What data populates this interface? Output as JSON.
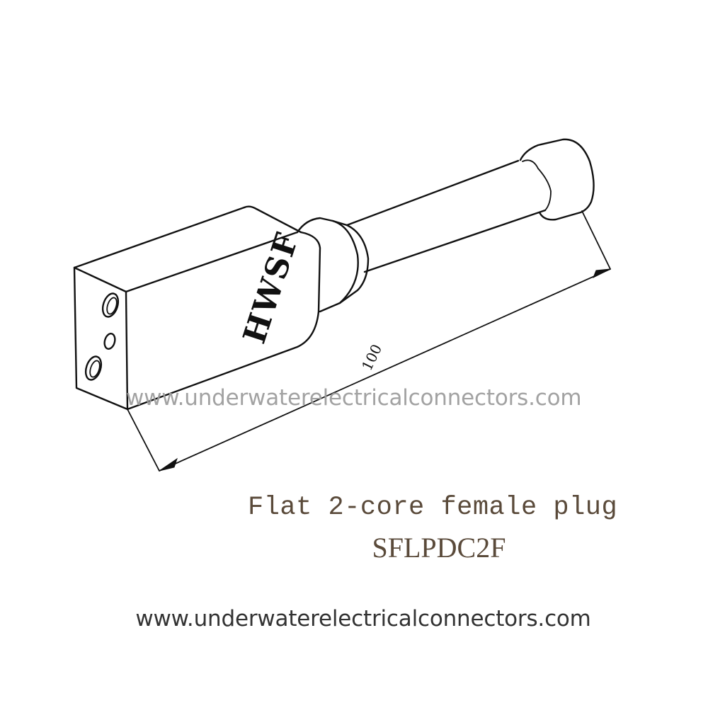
{
  "diagram": {
    "subject": "underwater connector isometric line drawing",
    "engraving": "HWSF",
    "dimension": {
      "label": "100",
      "units_shown": false
    },
    "parts": [
      {
        "name": "rectangular-body",
        "features": [
          "two-threaded-holes",
          "center-pin-hole",
          "rounded-back-corner"
        ]
      },
      {
        "name": "strain-relief-collar"
      },
      {
        "name": "cable"
      },
      {
        "name": "cable-end-cap"
      }
    ]
  },
  "watermark": {
    "text": "www.underwaterelectricalconnectors.com",
    "color": "#9e9e9e"
  },
  "caption": {
    "title": "Flat 2-core female plug",
    "part_number": "SFLPDC2F",
    "color": "#5a4a3a"
  },
  "footer": {
    "url": "www.underwaterelectricalconnectors.com",
    "color": "#333333"
  }
}
